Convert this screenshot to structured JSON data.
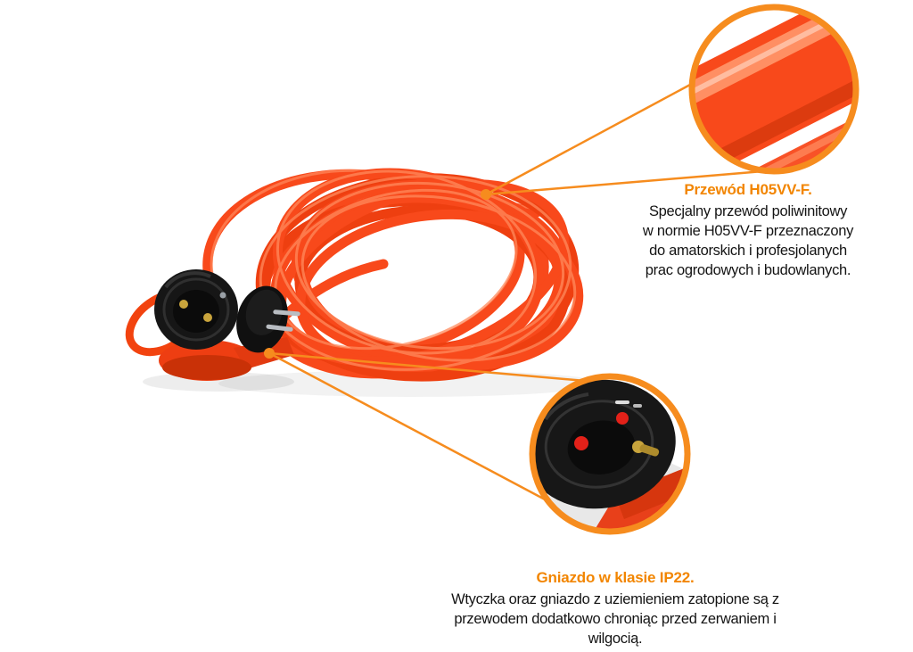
{
  "page": {
    "background": "#FFFFFF"
  },
  "colors": {
    "accent_orange": "#F68C1E",
    "heading_orange": "#F28500",
    "cable_orange": "#F8491B",
    "socket_black": "#161616",
    "contact_red": "#E32119"
  },
  "product": {
    "name": "orange-garden-extension-cord-coil-with-plug-and-socket"
  },
  "callouts": [
    {
      "id": "cable",
      "heading": "Przewód H05VV-F.",
      "lines": [
        "Specjalny przewód poliwinitowy",
        "w normie H05VV-F przeznaczony",
        "do amatorskich i profesjolanych",
        "prac ogrodowych i budowlanych."
      ]
    },
    {
      "id": "socket",
      "heading": "Gniazdo w klasie IP22.",
      "lines": [
        "Wtyczka oraz gniazdo z uziemieniem zatopione są z",
        "przewodem dodatkowo chroniąc przed zerwaniem i",
        "wilgocią."
      ]
    }
  ]
}
